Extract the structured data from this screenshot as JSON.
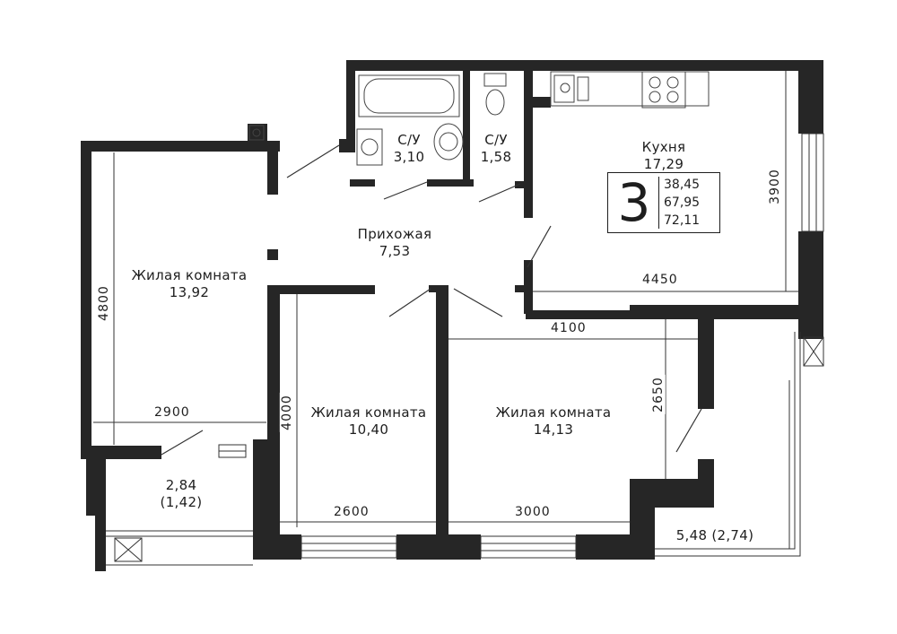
{
  "rooms": {
    "kitchen": {
      "name": "Кухня",
      "area": "17,29"
    },
    "bath1": {
      "name": "С/У",
      "area": "3,10"
    },
    "bath2": {
      "name": "С/У",
      "area": "1,58"
    },
    "hall": {
      "name": "Прихожая",
      "area": "7,53"
    },
    "living1": {
      "name": "Жилая комната",
      "area": "13,92"
    },
    "living2": {
      "name": "Жилая комната",
      "area": "10,40"
    },
    "living3": {
      "name": "Жилая комната",
      "area": "14,13"
    },
    "balcony_small": {
      "area": "2,84",
      "area_reduced": "(1,42)"
    },
    "balcony_large": {
      "area_full": "5,48 (2,74)"
    }
  },
  "summary": {
    "rooms_count": "3",
    "living_area": "38,45",
    "total_area": "67,95",
    "total_with_balcony": "72,11"
  },
  "dimensions": {
    "d4800": "4800",
    "d2900": "2900",
    "d4000": "4000",
    "d2600": "2600",
    "d3000": "3000",
    "d2650": "2650",
    "d4100": "4100",
    "d4450": "4450",
    "d3900": "3900"
  },
  "colors": {
    "wall": "#262626",
    "line": "#333333",
    "background": "#ffffff"
  }
}
